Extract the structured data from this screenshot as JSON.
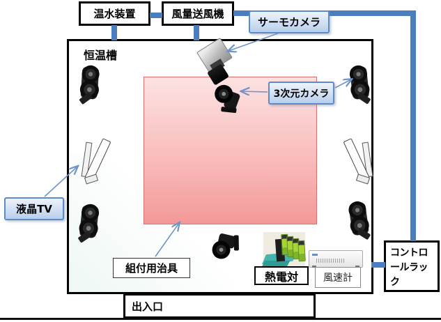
{
  "diagram": {
    "boxes": {
      "hot_water_unit": "温水装置",
      "air_blower": "風量送風機",
      "chamber": "恒温槽",
      "entrance": "出入口",
      "control_rack": "コントロールラック"
    },
    "callouts": {
      "thermo_camera": "サーモカメラ",
      "camera_3d": "3次元カメラ",
      "lcd_tv": "液晶TV",
      "assembly_jig": "組付用治具",
      "thermocouple": "熱電対",
      "anemometer": "風速計"
    },
    "colors": {
      "connector_blue": "#4a7ebc",
      "callout_border_blue": "#5b8bc9",
      "callout_fill_top": "#eef3fb",
      "callout_fill_bottom": "#b7cfeb",
      "floor_pink_light": "#fde2e2",
      "floor_pink_dark": "#f49898",
      "floor_border_red": "#d87070",
      "box_border_black": "#000000",
      "arrow_blue": "#6f94c8"
    },
    "icons": {
      "stereo_camera": "dual-lens-camera-icon",
      "thermo_camera": "thermo-camera-icon",
      "webcam_3d": "webcam-3d-icon",
      "lcd_tv": "lcd-tv-icon",
      "thermocouple": "terminal-block-icon",
      "anemometer": "anemometer-device-icon"
    }
  }
}
